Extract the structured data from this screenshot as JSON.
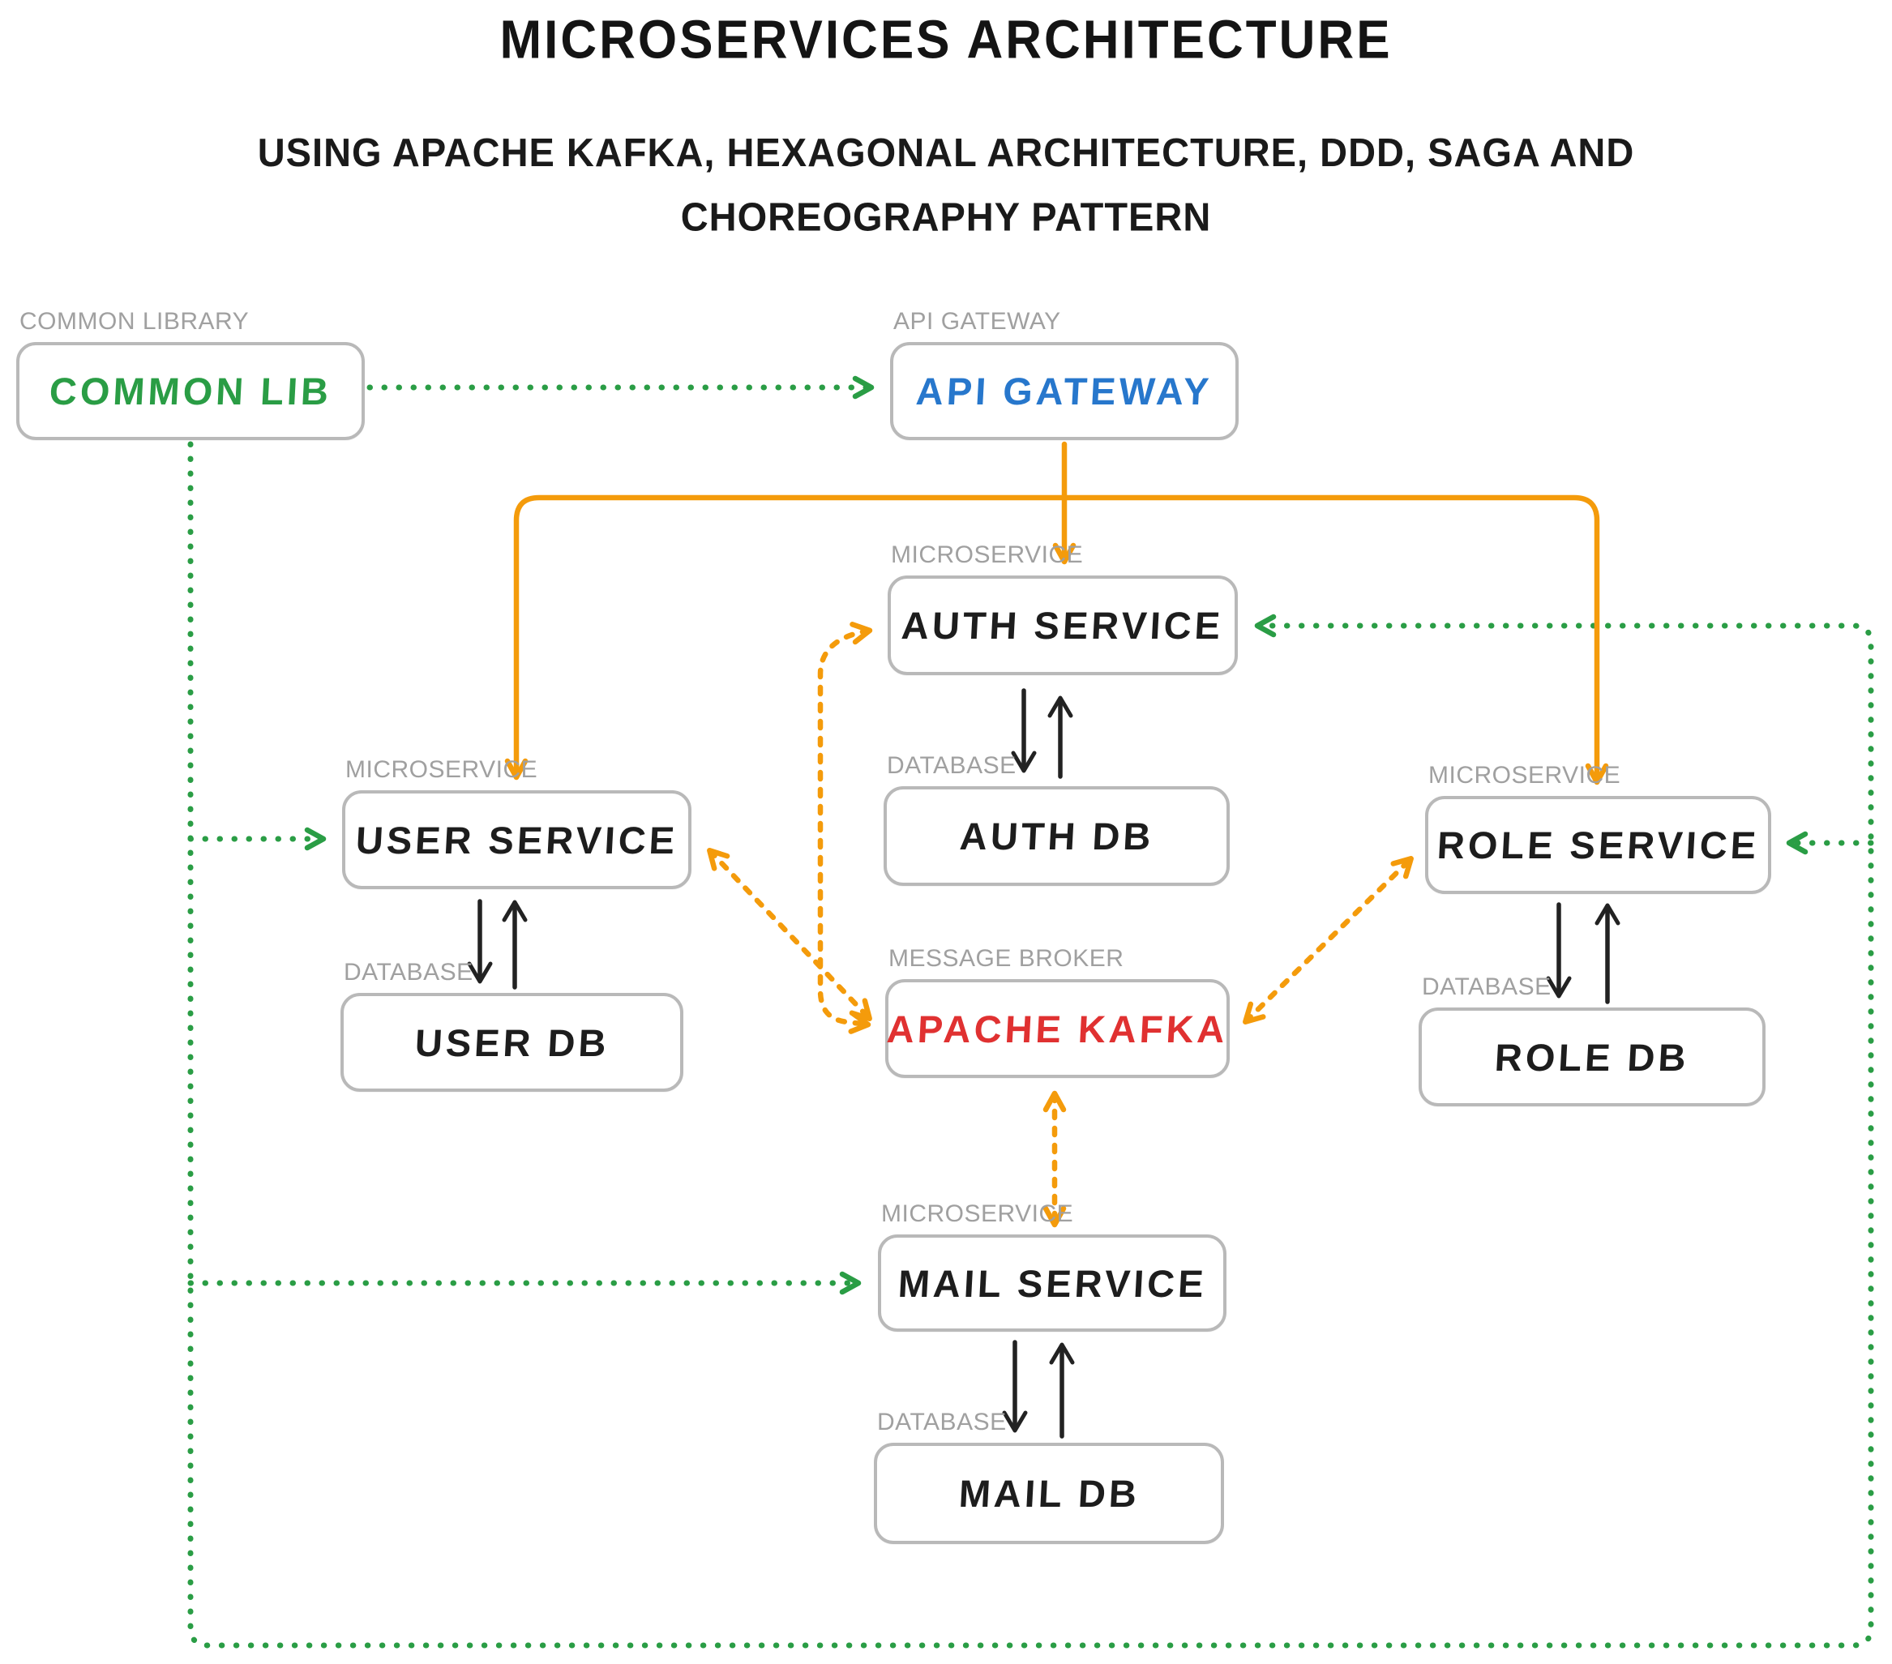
{
  "title": "MICROSERVICES ARCHITECTURE",
  "subtitle": "USING APACHE KAFKA, HEXAGONAL ARCHITECTURE, DDD, SAGA AND CHOREOGRAPHY PATTERN",
  "colors": {
    "green": "#2a9d45",
    "orange": "#f49b0b",
    "red": "#e03131",
    "blue": "#2777cc",
    "category_label_gray": "#a0a0a0",
    "box_border_gray": "#b9b9b9",
    "black": "#1d1d1d"
  },
  "nodes": [
    {
      "id": "common-lib",
      "category": "COMMON LIBRARY",
      "label": "COMMON LIB",
      "label_color": "green"
    },
    {
      "id": "api-gateway",
      "category": "API GATEWAY",
      "label": "API GATEWAY",
      "label_color": "blue"
    },
    {
      "id": "auth-service",
      "category": "MICROSERVICE",
      "label": "AUTH SERVICE",
      "label_color": "black"
    },
    {
      "id": "auth-db",
      "category": "DATABASE",
      "label": "AUTH DB",
      "label_color": "black"
    },
    {
      "id": "user-service",
      "category": "MICROSERVICE",
      "label": "USER SERVICE",
      "label_color": "black"
    },
    {
      "id": "user-db",
      "category": "DATABASE",
      "label": "USER DB",
      "label_color": "black"
    },
    {
      "id": "role-service",
      "category": "MICROSERVICE",
      "label": "ROLE SERVICE",
      "label_color": "black"
    },
    {
      "id": "role-db",
      "category": "DATABASE",
      "label": "ROLE DB",
      "label_color": "black"
    },
    {
      "id": "kafka",
      "category": "MESSAGE BROKER",
      "label": "APACHE KAFKA",
      "label_color": "red"
    },
    {
      "id": "mail-service",
      "category": "MICROSERVICE",
      "label": "MAIL SERVICE",
      "label_color": "black"
    },
    {
      "id": "mail-db",
      "category": "DATABASE",
      "label": "MAIL DB",
      "label_color": "black"
    }
  ],
  "edges": [
    {
      "from": "common-lib",
      "to": "api-gateway",
      "style": "green-dotted",
      "bidirectional": false
    },
    {
      "from": "common-lib",
      "to": "user-service",
      "style": "green-dotted",
      "bidirectional": false
    },
    {
      "from": "common-lib",
      "to": "mail-service",
      "style": "green-dotted",
      "bidirectional": false
    },
    {
      "from": "common-lib",
      "to": "role-service",
      "style": "green-dotted",
      "bidirectional": false
    },
    {
      "from": "common-lib",
      "to": "auth-service",
      "style": "green-dotted",
      "bidirectional": false
    },
    {
      "from": "api-gateway",
      "to": "auth-service",
      "style": "orange-solid",
      "bidirectional": false
    },
    {
      "from": "api-gateway",
      "to": "user-service",
      "style": "orange-solid",
      "bidirectional": false
    },
    {
      "from": "api-gateway",
      "to": "role-service",
      "style": "orange-solid",
      "bidirectional": false
    },
    {
      "from": "auth-service",
      "to": "kafka",
      "style": "orange-dotted",
      "bidirectional": true
    },
    {
      "from": "user-service",
      "to": "kafka",
      "style": "orange-dotted",
      "bidirectional": true
    },
    {
      "from": "role-service",
      "to": "kafka",
      "style": "orange-dotted",
      "bidirectional": true
    },
    {
      "from": "kafka",
      "to": "mail-service",
      "style": "orange-dotted",
      "bidirectional": true
    },
    {
      "from": "auth-service",
      "to": "auth-db",
      "style": "black-solid",
      "bidirectional": true
    },
    {
      "from": "user-service",
      "to": "user-db",
      "style": "black-solid",
      "bidirectional": true
    },
    {
      "from": "role-service",
      "to": "role-db",
      "style": "black-solid",
      "bidirectional": true
    },
    {
      "from": "mail-service",
      "to": "mail-db",
      "style": "black-solid",
      "bidirectional": true
    }
  ]
}
